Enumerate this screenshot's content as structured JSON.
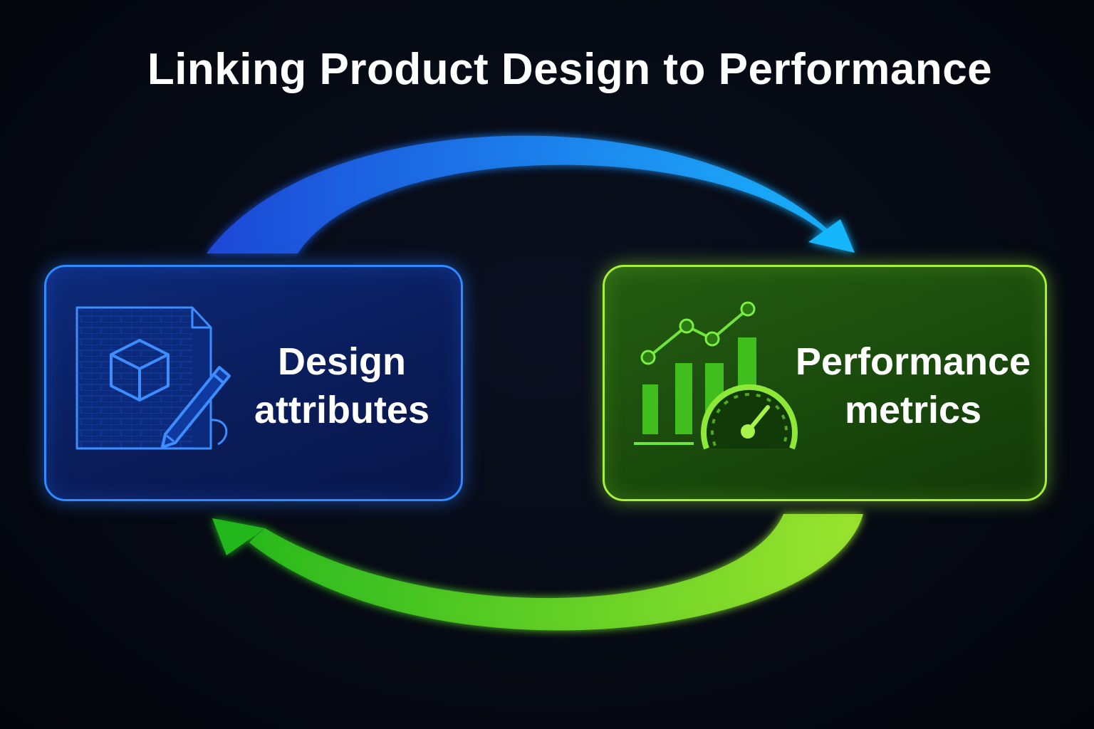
{
  "title": "Linking Product Design to Performance",
  "nodes": {
    "design": {
      "line1": "Design",
      "line2": "attributes",
      "icon": "blueprint-cube-pencil-icon",
      "color": "#2f8bff"
    },
    "performance": {
      "line1": "Performance",
      "line2": "metrics",
      "icon": "bar-chart-speedometer-icon",
      "color": "#a6f03a"
    }
  },
  "edges": [
    {
      "from": "design",
      "to": "performance",
      "color_start": "#1f48d8",
      "color_end": "#19b6ff"
    },
    {
      "from": "performance",
      "to": "design",
      "color_start": "#9be52f",
      "color_end": "#23b81c"
    }
  ]
}
